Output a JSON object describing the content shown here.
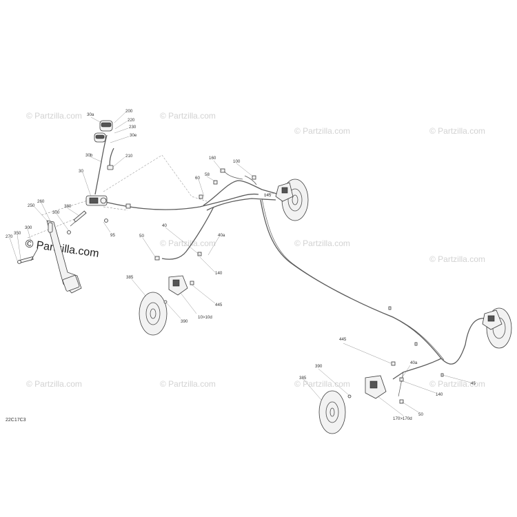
{
  "watermarks": {
    "small": "© Partzilla.com",
    "big": "© Partzilla.com"
  },
  "diagram_code": "22C17C3",
  "callouts": {
    "c30a": "30a",
    "c200": "200",
    "c220": "220",
    "c230": "230",
    "c30e": "30e",
    "c30b": "30b",
    "c210": "210",
    "c30": "30",
    "c260": "260",
    "c250": "250",
    "c380": "380",
    "c300a": "300",
    "c300b": "300",
    "c350": "350",
    "c270": "270",
    "c95": "95",
    "c40": "40",
    "c40a": "40a",
    "c50": "50",
    "c140": "140",
    "c445": "445",
    "c385": "385",
    "c390": "390",
    "c10": "10>10d",
    "c160": "160",
    "c100": "100",
    "c60": "60",
    "c58": "58",
    "c145": "145",
    "c445b": "445",
    "c40ab": "40a",
    "c45": "45",
    "c140b": "140",
    "c390b": "390",
    "c385b": "385",
    "c50b": "50",
    "c170": "170>170d"
  },
  "colors": {
    "line": "#5a5a5a",
    "watermark": "#d2d2d2",
    "watermark_dark": "#1e1e1e"
  }
}
